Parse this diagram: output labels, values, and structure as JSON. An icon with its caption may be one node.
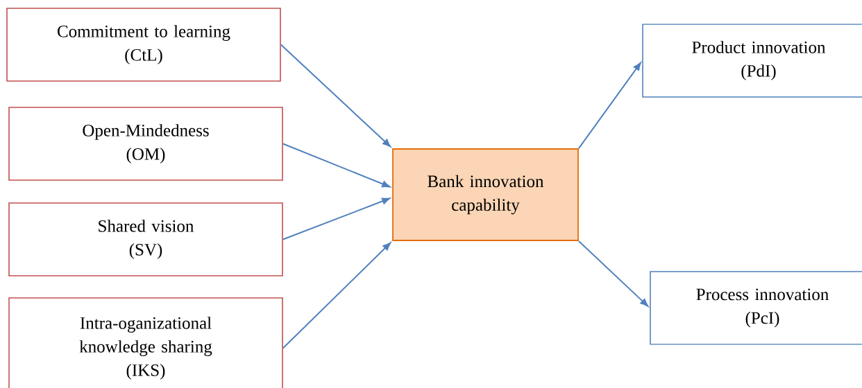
{
  "diagram": {
    "nodes": [
      {
        "text": [
          "Commitment to learning",
          "(CtL)"
        ]
      },
      {
        "text": [
          "Open-Mindedness",
          "(OM)"
        ]
      },
      {
        "text": [
          "Shared vision",
          "(SV)"
        ]
      },
      {
        "text": [
          "Intra-oganizational knowledge sharing",
          "(IKS)"
        ]
      },
      {
        "text": [
          "Bank innovation capability"
        ]
      },
      {
        "text": [
          "Product innovation",
          "(PdI)"
        ]
      },
      {
        "text": [
          "Process innovation",
          "(PcI)"
        ]
      }
    ],
    "edges": [
      {
        "from": 0,
        "to": 4,
        "arrow": "to"
      },
      {
        "from": 1,
        "to": 4,
        "arrow": "to"
      },
      {
        "from": 2,
        "to": 4,
        "arrow": "to"
      },
      {
        "from": 3,
        "to": 4,
        "arrow": "to"
      },
      {
        "from": 4,
        "to": 5,
        "arrow": "to"
      },
      {
        "from": 4,
        "to": 6,
        "arrow": "to"
      }
    ]
  }
}
